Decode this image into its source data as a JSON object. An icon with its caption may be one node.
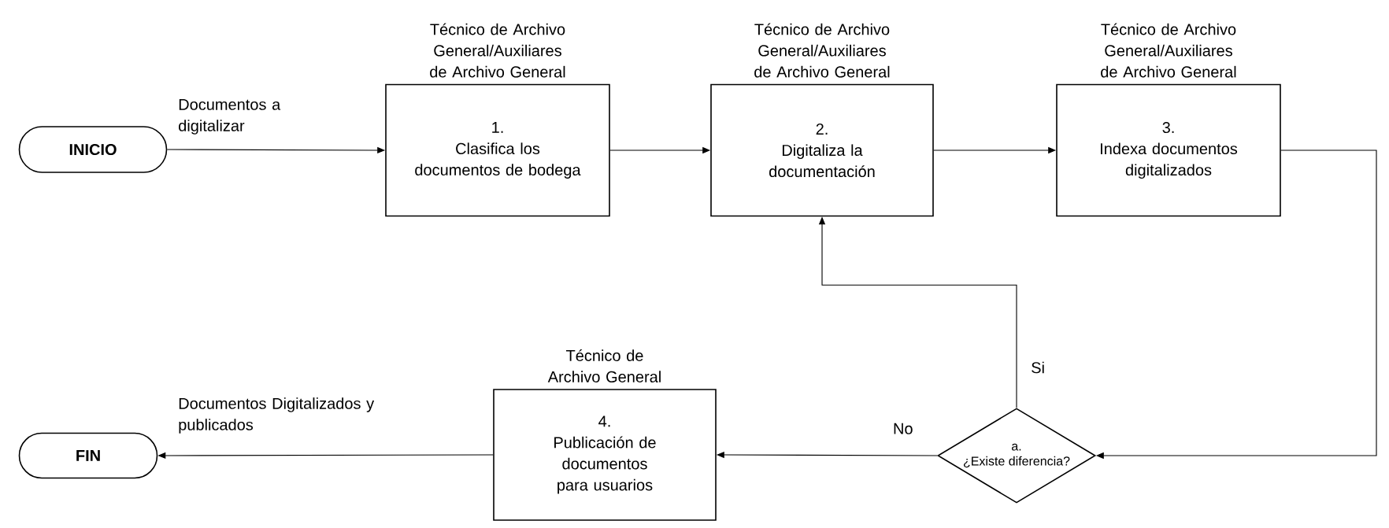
{
  "diagram": {
    "nodes": [
      {
        "text": [
          "INICIO"
        ]
      },
      {
        "text": [
          "Técnico de Archivo General/Auxiliares de Archivo General",
          "1.",
          "Clasifica los documentos de bodega"
        ]
      },
      {
        "text": [
          "Técnico de Archivo General/Auxiliares de Archivo General",
          "2.",
          "Digitaliza la documentación"
        ]
      },
      {
        "text": [
          "Técnico de Archivo General/Auxiliares de Archivo General",
          "3.",
          "Indexa documentos digitalizados"
        ]
      },
      {
        "text": [
          "a.",
          "¿Existe diferencia?"
        ]
      },
      {
        "text": [
          "Técnico de Archivo General",
          "4.",
          "Publicación de documentos para usuarios"
        ]
      },
      {
        "text": [
          "FIN"
        ]
      }
    ],
    "edges": [
      {
        "from": 0,
        "to": 1,
        "arrow": "to",
        "label": "Documentos a digitalizar"
      },
      {
        "from": 1,
        "to": 2,
        "arrow": "to"
      },
      {
        "from": 2,
        "to": 3,
        "arrow": "to"
      },
      {
        "from": 3,
        "to": 4,
        "arrow": "to"
      },
      {
        "from": 4,
        "to": 2,
        "arrow": "to",
        "label": "Si"
      },
      {
        "from": 4,
        "to": 5,
        "arrow": "to",
        "label": "No"
      },
      {
        "from": 5,
        "to": 6,
        "arrow": "to",
        "label": "Documentos Digitalizados y publicados"
      }
    ]
  }
}
